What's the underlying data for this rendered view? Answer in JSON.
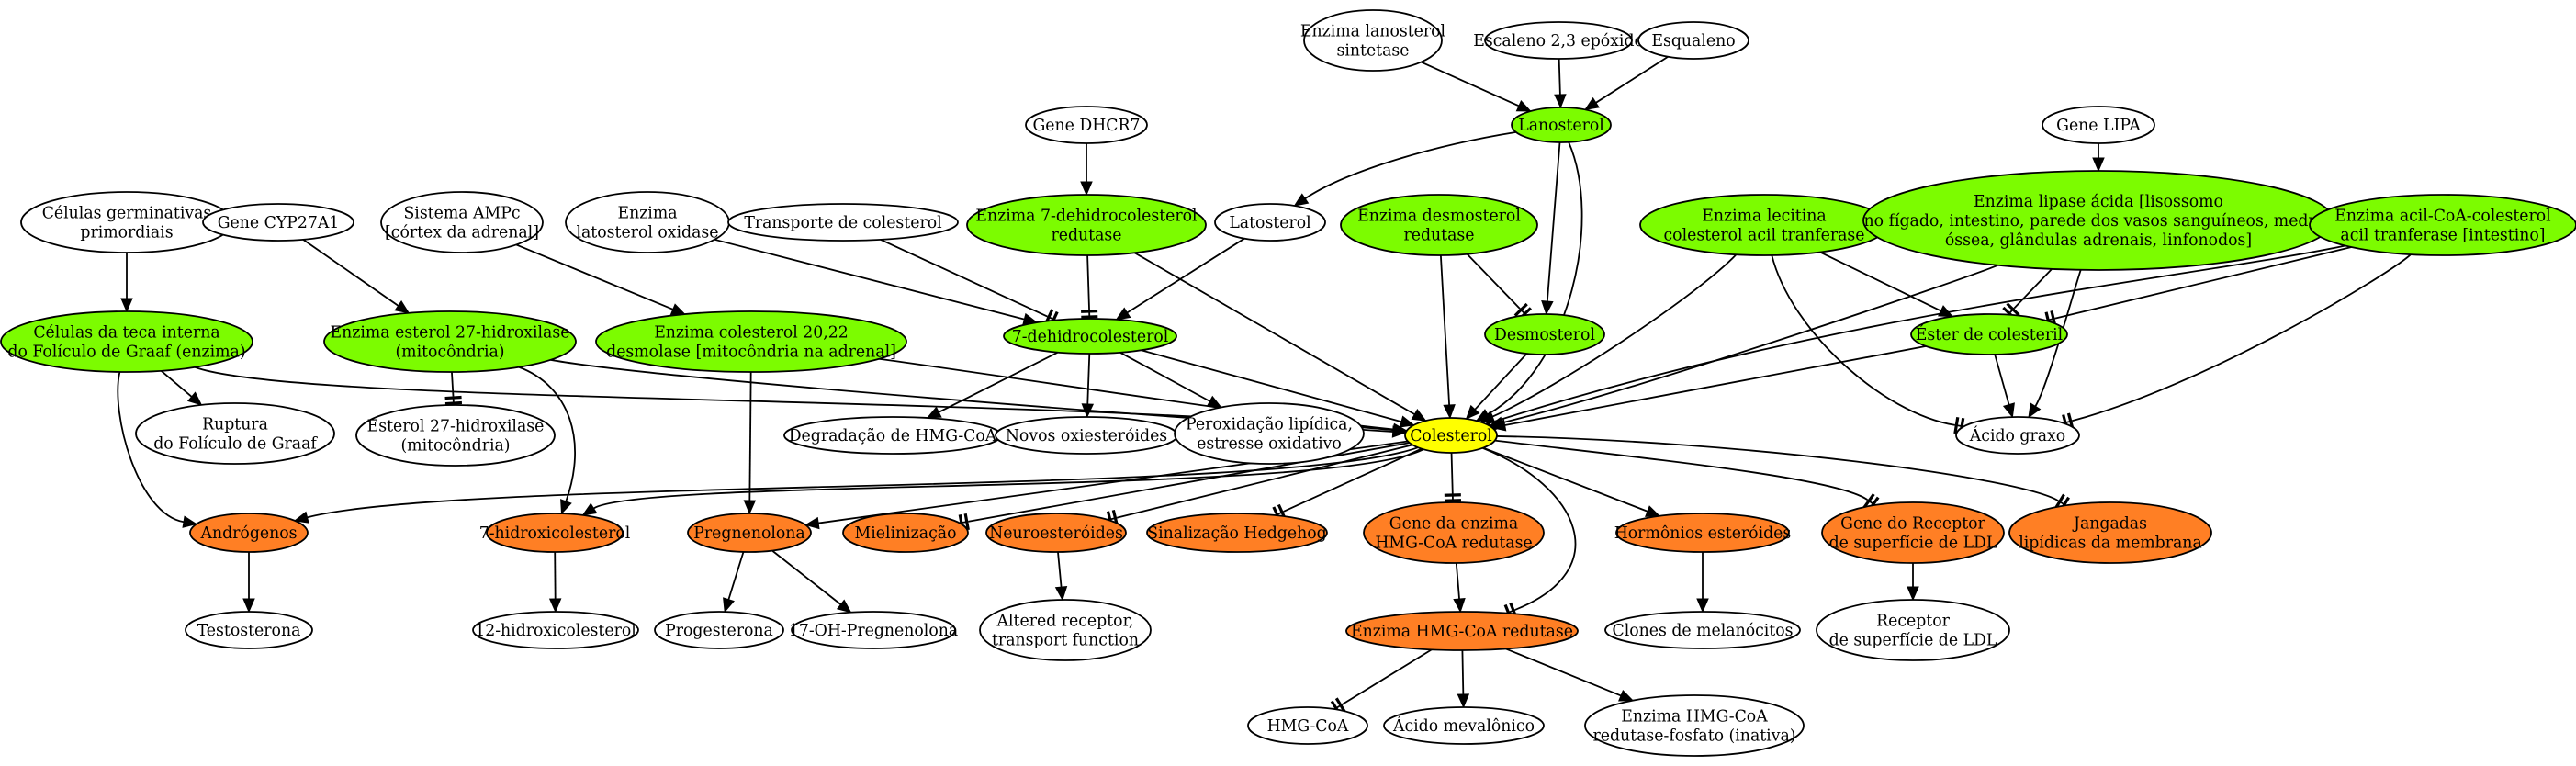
{
  "colors": {
    "green": "#7cfc00",
    "orange": "#ff7f24",
    "yellow": "#ffff00",
    "white": "#ffffff",
    "stroke": "#000000"
  },
  "nodes": [
    {
      "id": "colesterol",
      "lines": [
        "Colesterol"
      ],
      "fill": "yellow"
    },
    {
      "id": "lanosterol",
      "lines": [
        "Lanosterol"
      ],
      "fill": "green"
    },
    {
      "id": "enz_lanosterol_sint",
      "lines": [
        "Enzima lanosterol",
        "sintetase"
      ],
      "fill": "white"
    },
    {
      "id": "escaleno",
      "lines": [
        "Escaleno 2,3 epóxide"
      ],
      "fill": "white"
    },
    {
      "id": "esqualeno",
      "lines": [
        "Esqualeno"
      ],
      "fill": "white"
    },
    {
      "id": "gene_dhcr7",
      "lines": [
        "Gene DHCR7"
      ],
      "fill": "white"
    },
    {
      "id": "gene_lipa",
      "lines": [
        "Gene LIPA"
      ],
      "fill": "white"
    },
    {
      "id": "celulas_germ",
      "lines": [
        "Células germinativas",
        "primordiais"
      ],
      "fill": "white"
    },
    {
      "id": "gene_cyp27a1",
      "lines": [
        "Gene CYP27A1"
      ],
      "fill": "white"
    },
    {
      "id": "sistema_ampc",
      "lines": [
        "Sistema AMPc",
        "[córtex da adrenal]"
      ],
      "fill": "white"
    },
    {
      "id": "enz_latosterol_ox",
      "lines": [
        "Enzima",
        "latosterol oxidase"
      ],
      "fill": "white"
    },
    {
      "id": "transporte",
      "lines": [
        "Transporte de colesterol"
      ],
      "fill": "white"
    },
    {
      "id": "enz_7dhcr",
      "lines": [
        "Enzima 7-dehidrocolesterol",
        "redutase"
      ],
      "fill": "green"
    },
    {
      "id": "latosterol",
      "lines": [
        "Latosterol"
      ],
      "fill": "white"
    },
    {
      "id": "enz_desmosterol_red",
      "lines": [
        "Enzima desmosterol",
        "redutase"
      ],
      "fill": "green"
    },
    {
      "id": "enz_lecitina",
      "lines": [
        "Enzima lecitina",
        "colesterol acil tranferase"
      ],
      "fill": "green"
    },
    {
      "id": "enz_lipase",
      "lines": [
        "Enzima lipase ácida [lisossomo",
        "no fígado, intestino, parede dos vasos sanguíneos, medula",
        "óssea, glândulas adrenais, linfonodos]"
      ],
      "fill": "green"
    },
    {
      "id": "enz_acat",
      "lines": [
        "Enzima acil-CoA-colesterol",
        "acil tranferase [intestino]"
      ],
      "fill": "green"
    },
    {
      "id": "celulas_teca",
      "lines": [
        "Células da teca interna",
        "do Folículo de Graaf (enzima)"
      ],
      "fill": "green"
    },
    {
      "id": "enz_esterol27",
      "lines": [
        "Enzima esterol 27-hidroxilase",
        "(mitocôndria)"
      ],
      "fill": "green"
    },
    {
      "id": "enz_col2022",
      "lines": [
        "Enzima colesterol 20,22",
        "desmolase [mitocôndria na adrenal]"
      ],
      "fill": "green"
    },
    {
      "id": "dehidrocolesterol7",
      "lines": [
        "7-dehidrocolesterol"
      ],
      "fill": "green"
    },
    {
      "id": "desmosterol",
      "lines": [
        "Desmosterol"
      ],
      "fill": "green"
    },
    {
      "id": "ester_colesteril",
      "lines": [
        "Éster de colesteril"
      ],
      "fill": "green"
    },
    {
      "id": "ruptura",
      "lines": [
        "Ruptura",
        "do Folículo de Graaf"
      ],
      "fill": "white"
    },
    {
      "id": "esterol27",
      "lines": [
        "Esterol 27-hidroxilase",
        "(mitocôndria)"
      ],
      "fill": "white"
    },
    {
      "id": "degradacao",
      "lines": [
        "Degradação de HMG-CoA"
      ],
      "fill": "white"
    },
    {
      "id": "oxiesteroides",
      "lines": [
        "Novos oxiesteróides"
      ],
      "fill": "white"
    },
    {
      "id": "peroxidacao",
      "lines": [
        "Peroxidação lipídica,",
        "estresse oxidativo"
      ],
      "fill": "white"
    },
    {
      "id": "acido_graxo",
      "lines": [
        "Ácido graxo"
      ],
      "fill": "white"
    },
    {
      "id": "androgenos",
      "lines": [
        "Andrógenos"
      ],
      "fill": "orange"
    },
    {
      "id": "hidroxi7",
      "lines": [
        "7-hidroxicolesterol"
      ],
      "fill": "orange"
    },
    {
      "id": "pregnenolona",
      "lines": [
        "Pregnenolona"
      ],
      "fill": "orange"
    },
    {
      "id": "mielinizacao",
      "lines": [
        "Mielinização"
      ],
      "fill": "orange"
    },
    {
      "id": "neuroesteroides",
      "lines": [
        "Neuroesteróides"
      ],
      "fill": "orange"
    },
    {
      "id": "hedgehog",
      "lines": [
        "Sinalização Hedgehog"
      ],
      "fill": "orange"
    },
    {
      "id": "gene_hmgcr",
      "lines": [
        "Gene da enzima",
        "HMG-CoA redutase"
      ],
      "fill": "orange"
    },
    {
      "id": "hormonios",
      "lines": [
        "Hormônios esteróides"
      ],
      "fill": "orange"
    },
    {
      "id": "gene_ldlr",
      "lines": [
        "Gene do Receptor",
        "de superfície de LDL"
      ],
      "fill": "orange"
    },
    {
      "id": "jangadas",
      "lines": [
        "Jangadas",
        "lipídicas da membrana"
      ],
      "fill": "orange"
    },
    {
      "id": "enz_hmgcr",
      "lines": [
        "Enzima HMG-CoA redutase"
      ],
      "fill": "orange"
    },
    {
      "id": "testosterona",
      "lines": [
        "Testosterona"
      ],
      "fill": "white"
    },
    {
      "id": "hidroxi12",
      "lines": [
        "12-hidroxicolesterol"
      ],
      "fill": "white"
    },
    {
      "id": "progesterona",
      "lines": [
        "Progesterona"
      ],
      "fill": "white"
    },
    {
      "id": "oh17",
      "lines": [
        "17-OH-Pregnenolona"
      ],
      "fill": "white"
    },
    {
      "id": "altered",
      "lines": [
        "Altered receptor,",
        "transport function"
      ],
      "fill": "white"
    },
    {
      "id": "melanocitos",
      "lines": [
        "Clones de melanócitos"
      ],
      "fill": "white"
    },
    {
      "id": "receptor_ldl",
      "lines": [
        "Receptor",
        "de superfície de LDL"
      ],
      "fill": "white"
    },
    {
      "id": "hmg_coa",
      "lines": [
        "HMG-CoA"
      ],
      "fill": "white"
    },
    {
      "id": "mevalonico",
      "lines": [
        "Ácido mevalônico"
      ],
      "fill": "white"
    },
    {
      "id": "hmgcr_fosfato",
      "lines": [
        "Enzima HMG-CoA",
        "redutase-fosfato (inativa)"
      ],
      "fill": "white"
    }
  ],
  "edges": [
    {
      "from": "enz_lanosterol_sint",
      "to": "lanosterol",
      "type": "arrow"
    },
    {
      "from": "escaleno",
      "to": "lanosterol",
      "type": "arrow"
    },
    {
      "from": "esqualeno",
      "to": "lanosterol",
      "type": "arrow"
    },
    {
      "from": "lanosterol",
      "to": "latosterol",
      "type": "arrow"
    },
    {
      "from": "lanosterol",
      "to": "desmosterol",
      "type": "arrow"
    },
    {
      "from": "lanosterol",
      "to": "colesterol",
      "type": "arrow"
    },
    {
      "from": "gene_dhcr7",
      "to": "enz_7dhcr",
      "type": "arrow"
    },
    {
      "from": "enz_7dhcr",
      "to": "dehidrocolesterol7",
      "type": "tee"
    },
    {
      "from": "enz_7dhcr",
      "to": "colesterol",
      "type": "arrow"
    },
    {
      "from": "latosterol",
      "to": "dehidrocolesterol7",
      "type": "arrow"
    },
    {
      "from": "transporte",
      "to": "dehidrocolesterol7",
      "type": "tee"
    },
    {
      "from": "enz_latosterol_ox",
      "to": "dehidrocolesterol7",
      "type": "arrow"
    },
    {
      "from": "dehidrocolesterol7",
      "to": "colesterol",
      "type": "arrow"
    },
    {
      "from": "dehidrocolesterol7",
      "to": "degradacao",
      "type": "arrow"
    },
    {
      "from": "dehidrocolesterol7",
      "to": "oxiesteroides",
      "type": "arrow"
    },
    {
      "from": "dehidrocolesterol7",
      "to": "peroxidacao",
      "type": "arrow"
    },
    {
      "from": "enz_desmosterol_red",
      "to": "desmosterol",
      "type": "tee"
    },
    {
      "from": "enz_desmosterol_red",
      "to": "colesterol",
      "type": "arrow"
    },
    {
      "from": "desmosterol",
      "to": "colesterol",
      "type": "arrow"
    },
    {
      "from": "celulas_germ",
      "to": "celulas_teca",
      "type": "arrow"
    },
    {
      "from": "celulas_teca",
      "to": "ruptura",
      "type": "arrow"
    },
    {
      "from": "celulas_teca",
      "to": "androgenos",
      "type": "arrow"
    },
    {
      "from": "celulas_teca",
      "to": "colesterol",
      "type": "arrow"
    },
    {
      "from": "gene_cyp27a1",
      "to": "enz_esterol27",
      "type": "arrow"
    },
    {
      "from": "enz_esterol27",
      "to": "esterol27",
      "type": "tee"
    },
    {
      "from": "enz_esterol27",
      "to": "hidroxi7",
      "type": "arrow"
    },
    {
      "from": "enz_esterol27",
      "to": "colesterol",
      "type": "arrow"
    },
    {
      "from": "sistema_ampc",
      "to": "enz_col2022",
      "type": "arrow"
    },
    {
      "from": "enz_col2022",
      "to": "pregnenolona",
      "type": "arrow"
    },
    {
      "from": "enz_col2022",
      "to": "colesterol",
      "type": "arrow"
    },
    {
      "from": "enz_lecitina",
      "to": "ester_colesteril",
      "type": "arrow"
    },
    {
      "from": "enz_lecitina",
      "to": "colesterol",
      "type": "arrow"
    },
    {
      "from": "enz_lecitina",
      "to": "acido_graxo",
      "type": "tee"
    },
    {
      "from": "gene_lipa",
      "to": "enz_lipase",
      "type": "arrow"
    },
    {
      "from": "enz_lipase",
      "to": "ester_colesteril",
      "type": "tee"
    },
    {
      "from": "enz_lipase",
      "to": "colesterol",
      "type": "arrow"
    },
    {
      "from": "enz_lipase",
      "to": "acido_graxo",
      "type": "arrow"
    },
    {
      "from": "enz_acat",
      "to": "ester_colesteril",
      "type": "tee"
    },
    {
      "from": "enz_acat",
      "to": "colesterol",
      "type": "tee"
    },
    {
      "from": "enz_acat",
      "to": "acido_graxo",
      "type": "tee"
    },
    {
      "from": "ester_colesteril",
      "to": "colesterol",
      "type": "arrow"
    },
    {
      "from": "ester_colesteril",
      "to": "acido_graxo",
      "type": "arrow"
    },
    {
      "from": "colesterol",
      "to": "androgenos",
      "type": "arrow"
    },
    {
      "from": "colesterol",
      "to": "hidroxi7",
      "type": "arrow"
    },
    {
      "from": "colesterol",
      "to": "pregnenolona",
      "type": "arrow"
    },
    {
      "from": "colesterol",
      "to": "mielinizacao",
      "type": "tee"
    },
    {
      "from": "colesterol",
      "to": "neuroesteroides",
      "type": "tee"
    },
    {
      "from": "colesterol",
      "to": "hedgehog",
      "type": "tee"
    },
    {
      "from": "colesterol",
      "to": "gene_hmgcr",
      "type": "tee"
    },
    {
      "from": "colesterol",
      "to": "enz_hmgcr",
      "type": "tee"
    },
    {
      "from": "colesterol",
      "to": "hormonios",
      "type": "arrow"
    },
    {
      "from": "colesterol",
      "to": "gene_ldlr",
      "type": "tee"
    },
    {
      "from": "colesterol",
      "to": "jangadas",
      "type": "tee"
    },
    {
      "from": "androgenos",
      "to": "testosterona",
      "type": "arrow"
    },
    {
      "from": "hidroxi7",
      "to": "hidroxi12",
      "type": "arrow"
    },
    {
      "from": "pregnenolona",
      "to": "progesterona",
      "type": "arrow"
    },
    {
      "from": "pregnenolona",
      "to": "oh17",
      "type": "arrow"
    },
    {
      "from": "neuroesteroides",
      "to": "altered",
      "type": "arrow"
    },
    {
      "from": "gene_hmgcr",
      "to": "enz_hmgcr",
      "type": "arrow"
    },
    {
      "from": "hormonios",
      "to": "melanocitos",
      "type": "arrow"
    },
    {
      "from": "gene_ldlr",
      "to": "receptor_ldl",
      "type": "arrow"
    },
    {
      "from": "enz_hmgcr",
      "to": "hmg_coa",
      "type": "tee"
    },
    {
      "from": "enz_hmgcr",
      "to": "mevalonico",
      "type": "arrow"
    },
    {
      "from": "enz_hmgcr",
      "to": "hmgcr_fosfato",
      "type": "arrow"
    }
  ]
}
